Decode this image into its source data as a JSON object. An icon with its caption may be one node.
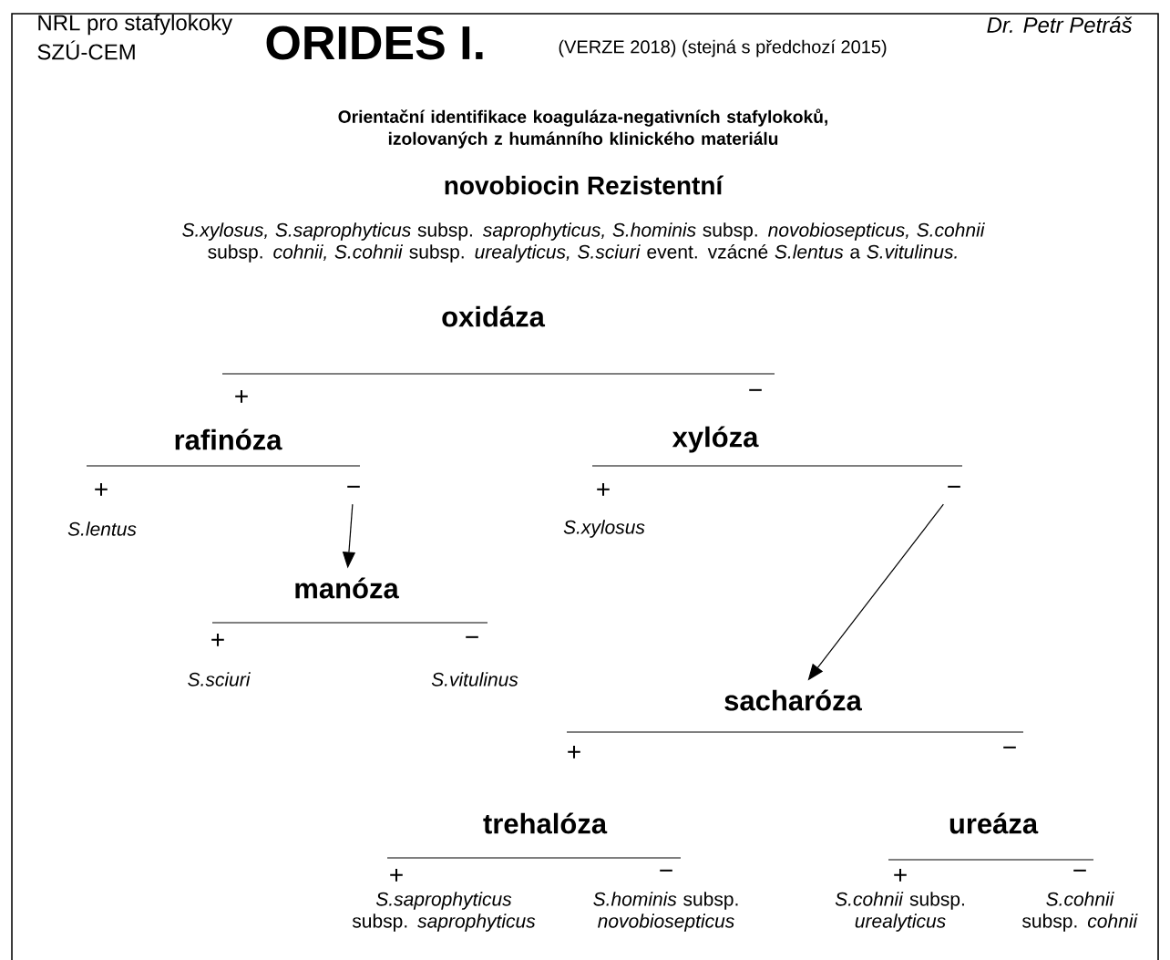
{
  "diagram": {
    "title": "ORIDES I.",
    "nodes": [
      {
        "text": [
          "−"
        ]
      },
      {
        "text": [
          "manóza"
        ]
      },
      {
        "text": [
          "−"
        ]
      },
      {
        "text": [
          "sacharóza"
        ]
      }
    ],
    "edges": [
      {
        "from": 0,
        "to": 1,
        "arrow": "to"
      },
      {
        "from": 2,
        "to": 3,
        "arrow": "to"
      }
    ],
    "labels": [
      "NRL pro stafylokoky",
      "SZÚ-CEM",
      "(VERZE 2018) (stejná s předchozí 2015)",
      "Dr. Petr Petráš",
      "Orientační identifikace koaguláza-negativních stafylokoků, izolovaných z humánního klinického materiálu",
      "novobiocin Rezistentní",
      "*S.xylosus, S.saprophyticus* subsp. *saprophyticus, S.hominis* subsp. *novobiosepticus, S.cohnii* subsp. *cohnii, S.cohnii* subsp. *urealyticus, S.sciuri* event. vzácné *S.lentus* a *S.vitulinus.*",
      "oxidáza",
      "+",
      "−",
      "rafinóza",
      "xylóza",
      "+",
      "+",
      "S.lentus",
      "S.xylosus",
      "+",
      "−",
      "S.sciuri",
      "S.vitulinus",
      "+",
      "−",
      "trehalóza",
      "ureáza",
      "+",
      "−",
      "+",
      "−",
      "*S.saprophyticus* subsp. *saprophyticus*",
      "*S.hominis* subsp. *novobiosepticus*",
      "*S.cohnii* subsp. *urealyticus*",
      "*S.cohnii* subsp. *cohnii*"
    ]
  }
}
